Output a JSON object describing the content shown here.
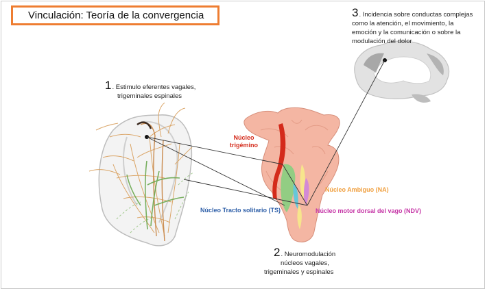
{
  "title": "Vinculación: Teoría de la convergencia",
  "steps": [
    {
      "number": "1",
      "text_line1": ". Estimulo eferentes vagales,",
      "text_line2": "trigeminales espinales"
    },
    {
      "number": "2",
      "text_line1": ". Neuromodulación",
      "text_line2": "núcleos vagales,",
      "text_line3": "trigeminales y espinales"
    },
    {
      "number": "3",
      "text_line1": ". Incidencia sobre  conductas complejas",
      "text_line2": "como la atención, el movimiento, la",
      "text_line3": "emoción y la comunicación o sobre la",
      "text_line4": "modulación del dolor"
    }
  ],
  "nuclei": {
    "trigemino_line1": "Núcleo",
    "trigemino_line2": "trigémino",
    "ambiguo": "Núcleo  Ambiguo (NA)",
    "solitario": "Núcleo  Tracto solitario (TS)",
    "dorsal_vago": "Núcleo motor dorsal del vago (NDV)"
  },
  "colors": {
    "title_border": "#ee7d31",
    "trigemino": "#d42a1a",
    "ambiguo": "#f0a040",
    "solitario": "#2e5fa8",
    "dorsal_vago": "#c535a6",
    "brainstem": "#f4b6a3"
  }
}
